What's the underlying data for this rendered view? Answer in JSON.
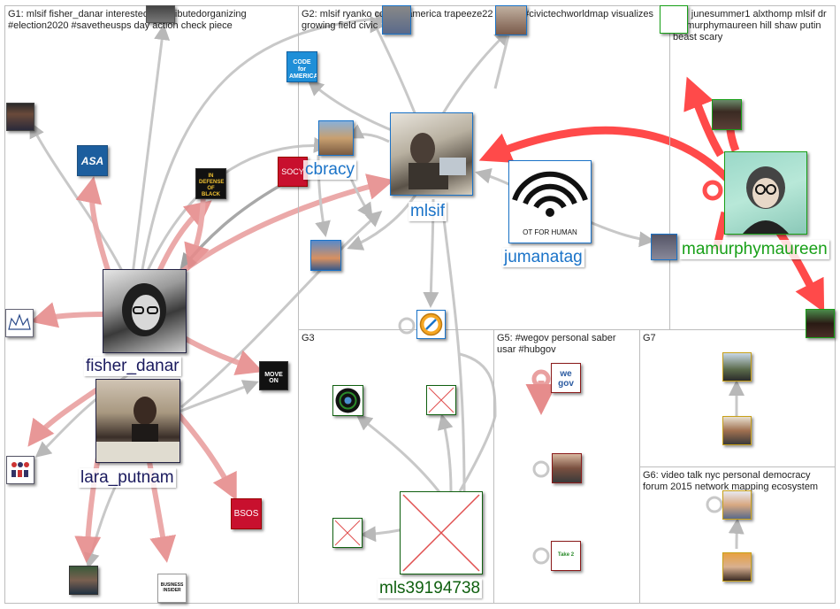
{
  "groups": {
    "g1": {
      "label": "G1: mlsif fisher_danar interested #distributedorganizing #election2020 #savetheusps day action check piece"
    },
    "g2": {
      "label": "G2: mlsif ryanko codeforamerica trapeeze22 check #civictechworldmap visualizes growing field civic"
    },
    "g3": {
      "label": "G3"
    },
    "g4": {
      "label": "G4: junesummer1 alxthomp mlsif dr mamurphymaureen hill shaw putin beast scary"
    },
    "g5": {
      "label": "G5: #wegov personal saber usar #hubgov"
    },
    "g6": {
      "label": "G6: video talk nyc personal democracy forum 2015 network mapping ecosystem"
    },
    "g7": {
      "label": "G7"
    }
  },
  "labels": {
    "fisher_danar": "fisher_danar",
    "lara_putnam": "lara_putnam",
    "cbracy": "cbracy",
    "mlsif": "mlsif",
    "jumanatag": "jumanatag",
    "mamurphymaureen": "mamurphymaureen",
    "mls39194738": "mls39194738"
  },
  "avatars": {
    "asa": "ASA",
    "socy": "SOCY",
    "bsos": "BSOS",
    "code_for_america": "CODE for AMERICA",
    "business_insider": "BUSINESS INSIDER",
    "moveon": "MOVE ON",
    "wegov": "we gov",
    "defense": "IN DEFENSE OF BLACK LIFE",
    "jumanatag_text": "OT FOR HUMAN",
    "take2": "Take 2"
  },
  "colors": {
    "red_edge": "#ff3b3b",
    "pink_edge": "#e88a8a",
    "gray_edge": "#b8b8b8",
    "label_blue": "#1a73c8",
    "label_navy": "#1a1a5e",
    "label_green": "#18a018",
    "label_darkgreen": "#106010"
  }
}
